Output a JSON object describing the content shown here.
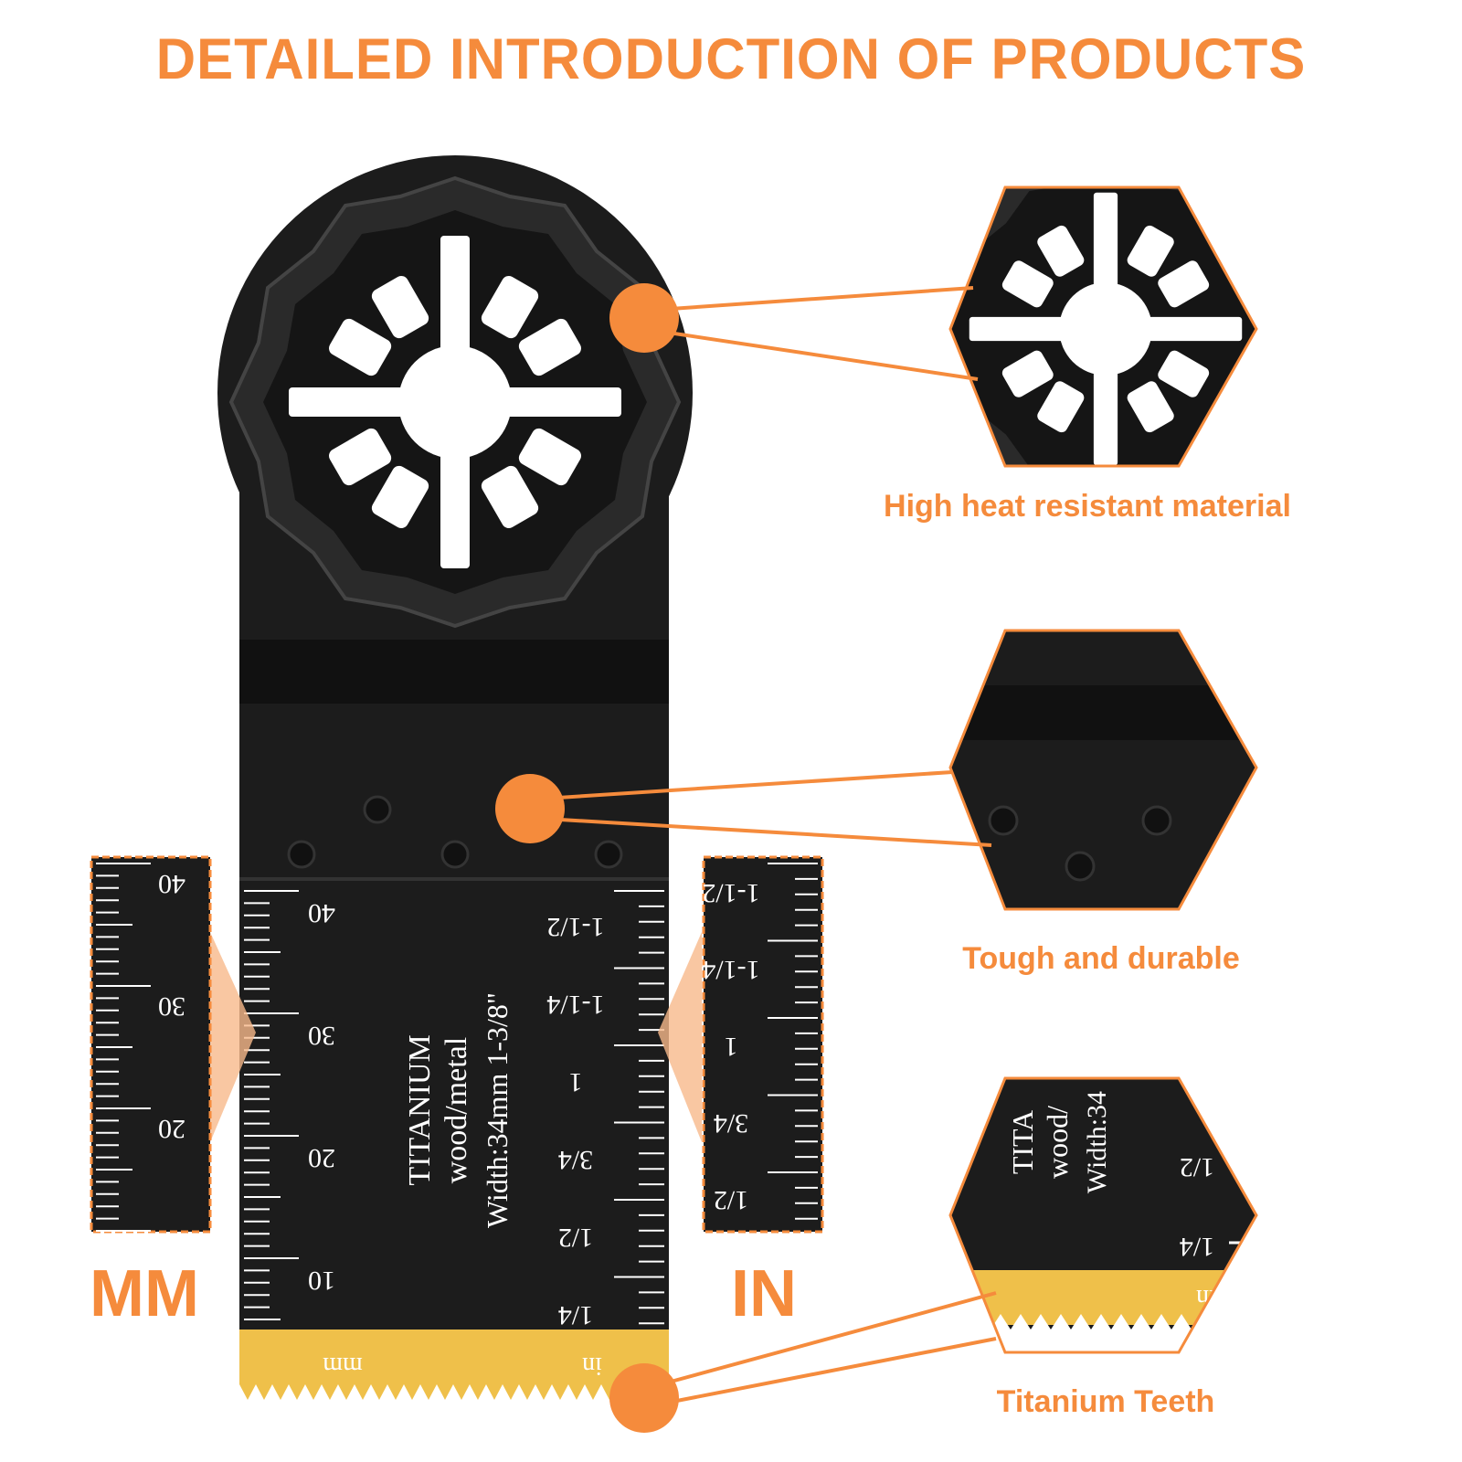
{
  "title": "DETAILED INTRODUCTION OF PRODUCTS",
  "features": [
    {
      "label": "High heat resistant material"
    },
    {
      "label": "Tough and durable"
    },
    {
      "label": "Titanium Teeth"
    }
  ],
  "units": {
    "mm_label": "MM",
    "in_label": "IN"
  },
  "blade": {
    "brand": "TITANIUM",
    "material": "wood/metal",
    "width": "Width:34mm 1-3/8\"",
    "mm_marks": [
      "40",
      "30",
      "20",
      "10"
    ],
    "in_marks": [
      "1-1/2",
      "1-1/4",
      "1",
      "3/4",
      "1/2",
      "1/4"
    ],
    "mm_unit": "mm",
    "in_unit": "in"
  },
  "zoom_mm": {
    "marks": [
      "40",
      "30",
      "20"
    ]
  },
  "zoom_in": {
    "marks": [
      "1-1/2",
      "1-1/4",
      "1",
      "3/4",
      "1/2"
    ]
  },
  "zoom_teeth": {
    "brand": "TITA",
    "material": "wood/",
    "width": "Width:34",
    "marks": [
      "1/2",
      "1/4"
    ],
    "unit": "in"
  },
  "colors": {
    "accent": "#f58b3c",
    "blade": "#1c1c1c",
    "teeth": "#efc04a"
  }
}
